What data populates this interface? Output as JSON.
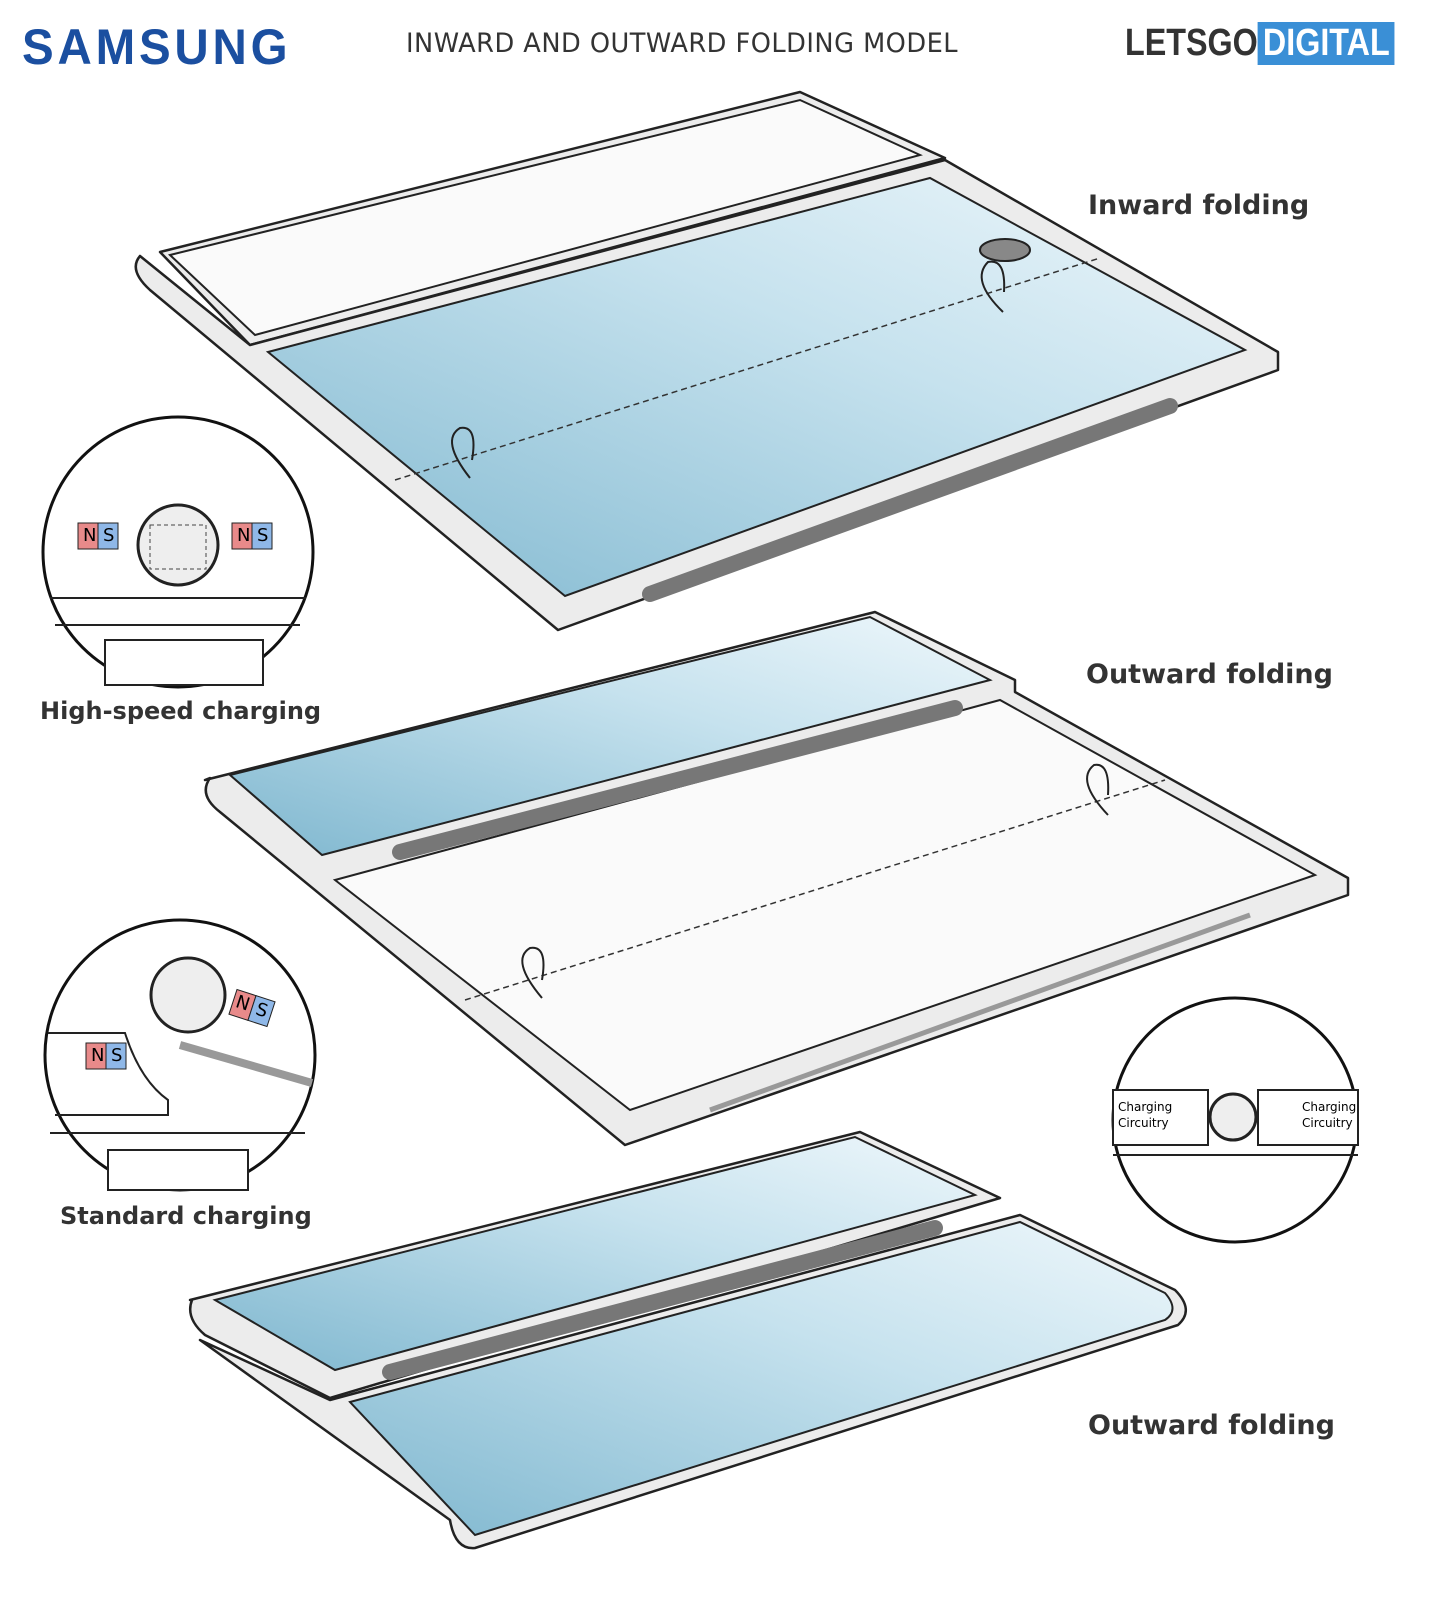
{
  "header": {
    "brand": "SAMSUNG",
    "title": "INWARD AND OUTWARD FOLDING MODEL",
    "logo_part1": "LETSGO",
    "logo_part2": "DIGITAL"
  },
  "labels": {
    "inward": "Inward folding",
    "outward1": "Outward folding",
    "outward2": "Outward folding",
    "high_speed": "High-speed charging",
    "standard": "Standard charging"
  },
  "magnets": {
    "n": "N",
    "s": "S"
  },
  "circuit": {
    "line1": "Charging",
    "line2": "Circuitry"
  },
  "colors": {
    "brand_blue": "#1b4fa0",
    "logo_blue": "#3a8fd6",
    "screen_blue": "#8fc3d8",
    "north": "#e88a8a",
    "south": "#8fb8e8"
  }
}
